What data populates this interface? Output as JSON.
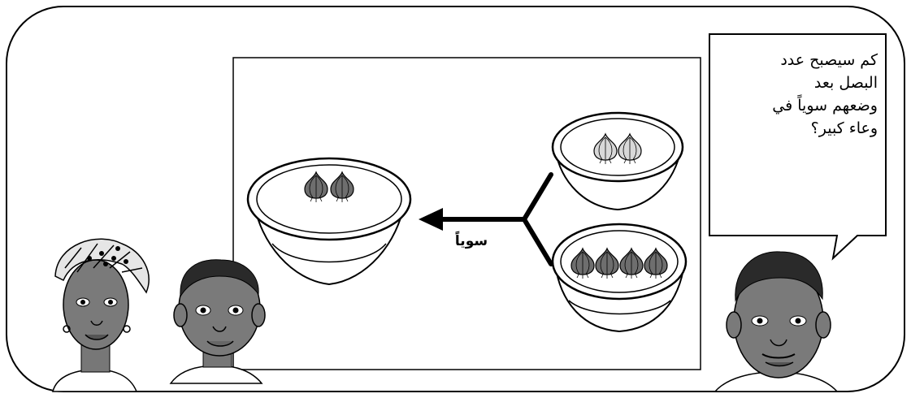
{
  "speech_bubble": {
    "lines": [
      "كم سيصبح عدد",
      "البصل بعد",
      "وضعهم سوياً في",
      "وعاء كبير؟"
    ]
  },
  "diagram": {
    "arrow_label": "سوياً",
    "bowls": [
      {
        "role": "source-top",
        "onion_count": 2,
        "onion_shade": "light"
      },
      {
        "role": "source-bottom",
        "onion_count": 4,
        "onion_shade": "dark"
      },
      {
        "role": "target-combined",
        "onion_count": 2,
        "onion_shade": "dark"
      }
    ]
  },
  "characters": [
    "woman-with-headwrap",
    "boy",
    "man-speaking"
  ],
  "colors": {
    "ink": "#000000",
    "skin": "#7a7a7a",
    "background": "#ffffff"
  }
}
